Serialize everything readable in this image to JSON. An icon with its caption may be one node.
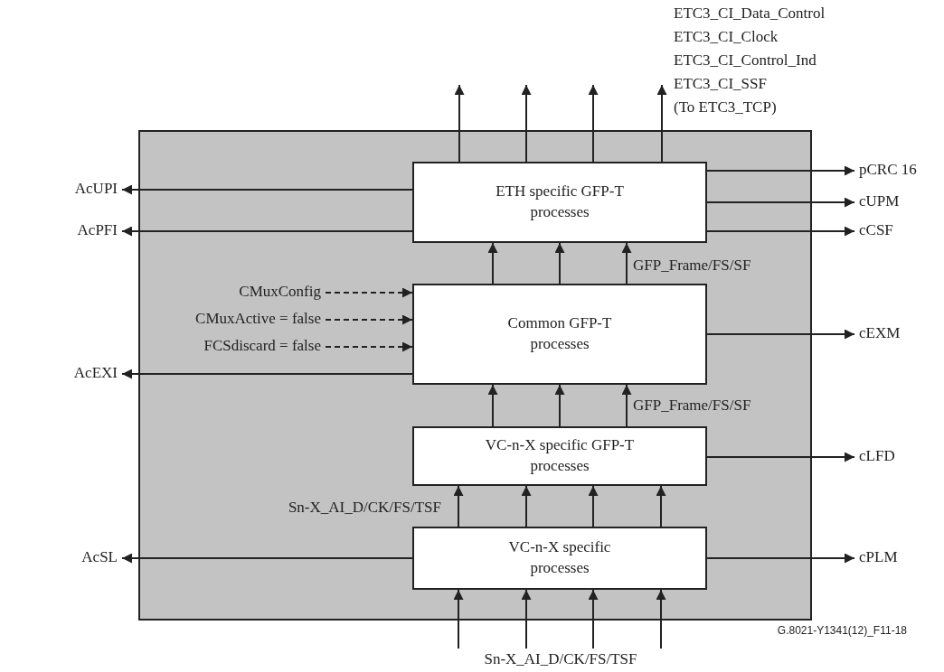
{
  "diagram": {
    "nodes": [
      {
        "text": [],
        "shape": "box"
      },
      {
        "text": [
          "ETH specific GFP-T processes"
        ],
        "in": 0
      },
      {
        "text": [
          "Common GFP-T processes"
        ],
        "in": 0
      },
      {
        "text": [
          "VC-n-X specific GFP-T processes"
        ],
        "in": 0
      },
      {
        "text": [
          "VC-n-X specific processes"
        ],
        "in": 0
      },
      {
        "text": [
          "AcUPI"
        ]
      },
      {
        "text": [
          "AcPFI"
        ]
      },
      {
        "text": [
          "AcEXI"
        ]
      },
      {
        "text": [
          "AcSL"
        ]
      },
      {
        "text": [
          "pCRC 16"
        ]
      },
      {
        "text": [
          "cUPM"
        ]
      },
      {
        "text": [
          "cCSF"
        ]
      },
      {
        "text": [
          "cEXM"
        ]
      },
      {
        "text": [
          "cLFD"
        ]
      },
      {
        "text": [
          "cPLM"
        ]
      },
      {
        "text": [
          "CMuxConfig"
        ],
        "in": 0
      },
      {
        "text": [
          "CMuxActive = false"
        ],
        "in": 0
      },
      {
        "text": [
          "FCSdiscard = false"
        ],
        "in": 0
      },
      {
        "text": [
          "ETC3_CI_Data_Control",
          "ETC3_CI_Clock",
          "ETC3_CI_Control_Ind",
          "ETC3_CI_SSF",
          "(To ETC3_TCP)"
        ]
      },
      {
        "text": [
          "Sn-X_AI_D/CK/FS/TSF"
        ]
      }
    ],
    "edges": [
      {
        "from": 1,
        "to": null,
        "arrow": "to"
      },
      {
        "from": 1,
        "to": null,
        "arrow": "to"
      },
      {
        "from": 1,
        "to": null,
        "arrow": "to"
      },
      {
        "from": 1,
        "to": 18,
        "arrow": "to"
      },
      {
        "from": 1,
        "to": 5,
        "arrow": "to"
      },
      {
        "from": 1,
        "to": 6,
        "arrow": "to"
      },
      {
        "from": 1,
        "to": 9,
        "arrow": "to"
      },
      {
        "from": 1,
        "to": 10,
        "arrow": "to"
      },
      {
        "from": 1,
        "to": 11,
        "arrow": "to"
      },
      {
        "from": 2,
        "to": 1,
        "arrow": "to"
      },
      {
        "from": 2,
        "to": 1,
        "arrow": "to"
      },
      {
        "from": 2,
        "to": 1,
        "arrow": "to"
      },
      {
        "from": 15,
        "to": 2,
        "arrow": "to",
        "style": "dashed"
      },
      {
        "from": 16,
        "to": 2,
        "arrow": "to",
        "style": "dashed"
      },
      {
        "from": 17,
        "to": 2,
        "arrow": "to",
        "style": "dashed"
      },
      {
        "from": 2,
        "to": 7,
        "arrow": "to"
      },
      {
        "from": 2,
        "to": 12,
        "arrow": "to"
      },
      {
        "from": 3,
        "to": 2,
        "arrow": "to"
      },
      {
        "from": 3,
        "to": 2,
        "arrow": "to"
      },
      {
        "from": 3,
        "to": 2,
        "arrow": "to"
      },
      {
        "from": 3,
        "to": 13,
        "arrow": "to"
      },
      {
        "from": 4,
        "to": 3,
        "arrow": "to"
      },
      {
        "from": 4,
        "to": 3,
        "arrow": "to"
      },
      {
        "from": 4,
        "to": 3,
        "arrow": "to"
      },
      {
        "from": 4,
        "to": 3,
        "arrow": "to"
      },
      {
        "from": 4,
        "to": 8,
        "arrow": "to"
      },
      {
        "from": 4,
        "to": 14,
        "arrow": "to"
      },
      {
        "from": 19,
        "to": 4,
        "arrow": "to"
      },
      {
        "from": 19,
        "to": 4,
        "arrow": "to"
      },
      {
        "from": 19,
        "to": 4,
        "arrow": "to"
      },
      {
        "from": 19,
        "to": 4,
        "arrow": "to"
      }
    ],
    "labels": [
      "GFP_Frame/FS/SF",
      "GFP_Frame/FS/SF",
      "Sn-X_AI_D/CK/FS/TSF",
      "G.8021-Y1341(12)_F11-18"
    ]
  }
}
